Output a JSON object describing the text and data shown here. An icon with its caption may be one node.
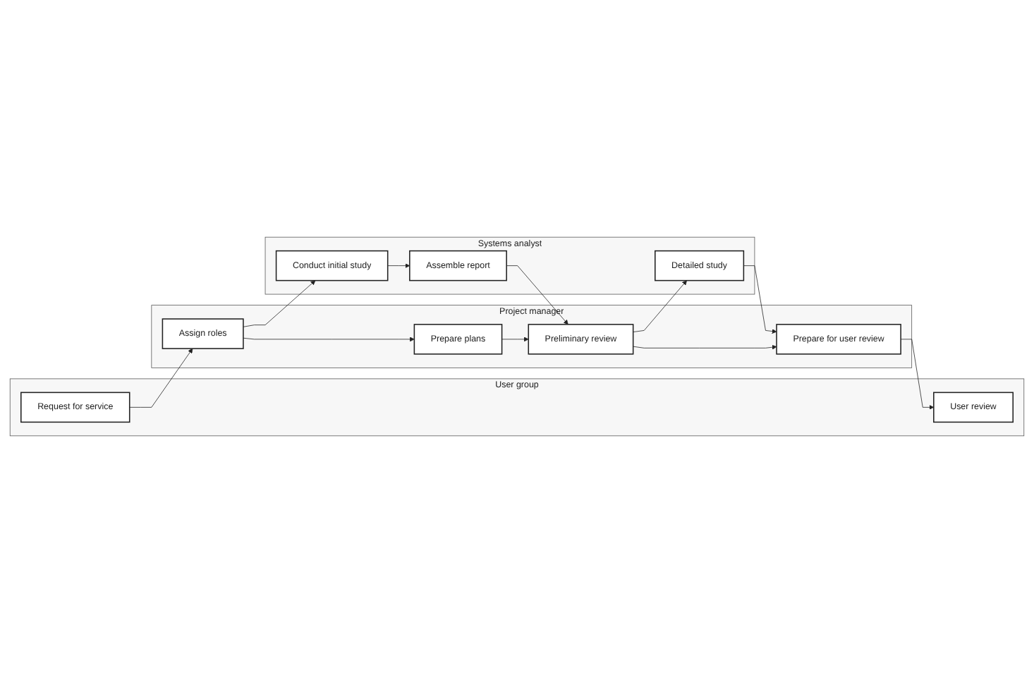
{
  "diagram": {
    "nodes": [
      {
        "text": [
          "User group"
        ]
      },
      {
        "text": [
          "Request for service"
        ],
        "in": 0
      },
      {
        "text": [
          "User review"
        ],
        "in": 0
      },
      {
        "text": [
          "Systems analyst"
        ]
      },
      {
        "text": [
          "Conduct initial study"
        ],
        "in": 3
      },
      {
        "text": [
          "Assemble report"
        ],
        "in": 3
      },
      {
        "text": [
          "Detailed study"
        ],
        "in": 3
      },
      {
        "text": [
          "Project manager"
        ]
      },
      {
        "text": [
          "Assign roles"
        ],
        "in": 7
      },
      {
        "text": [
          "Prepare plans"
        ],
        "in": 7
      },
      {
        "text": [
          "Preliminary review"
        ],
        "in": 7
      },
      {
        "text": [
          "Prepare for user review"
        ],
        "in": 7
      }
    ],
    "edges": [
      {
        "from": 1,
        "to": 8,
        "arrow": "to"
      },
      {
        "from": 8,
        "to": 4,
        "arrow": "to"
      },
      {
        "from": 4,
        "to": 5,
        "arrow": "to"
      },
      {
        "from": 5,
        "to": 10,
        "arrow": "to"
      },
      {
        "from": 10,
        "to": 6,
        "arrow": "to"
      },
      {
        "from": 6,
        "to": 11,
        "arrow": "to"
      },
      {
        "from": 11,
        "to": 2,
        "arrow": "to"
      },
      {
        "from": 8,
        "to": 9,
        "arrow": "to"
      },
      {
        "from": 9,
        "to": 10,
        "arrow": "to"
      },
      {
        "from": 10,
        "to": 11,
        "arrow": "to"
      }
    ]
  }
}
